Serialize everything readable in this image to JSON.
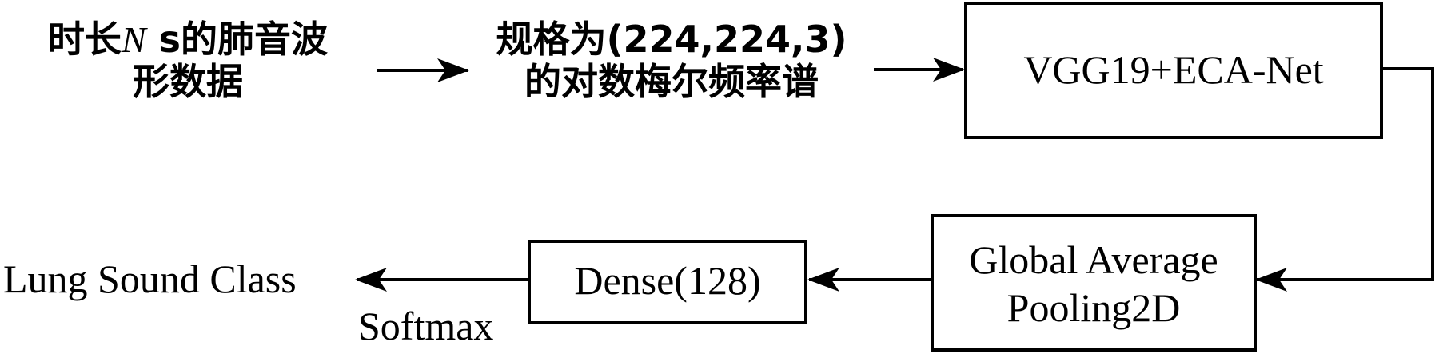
{
  "nodes": {
    "input_line1_prefix": "时长",
    "input_line1_var": "N",
    "input_line1_suffix": " s的肺音波",
    "input_line2": "形数据",
    "spec_line1": "规格为(224,224,3)",
    "spec_line2": "的对数梅尔频率谱",
    "vgg": "VGG19+ECA-Net",
    "gap_line1": "Global Average",
    "gap_line2": "Pooling2D",
    "dense": "Dense(128)",
    "output": "Lung Sound Class",
    "activation": "Softmax"
  },
  "colors": {
    "stroke": "#000000",
    "background": "#ffffff"
  }
}
